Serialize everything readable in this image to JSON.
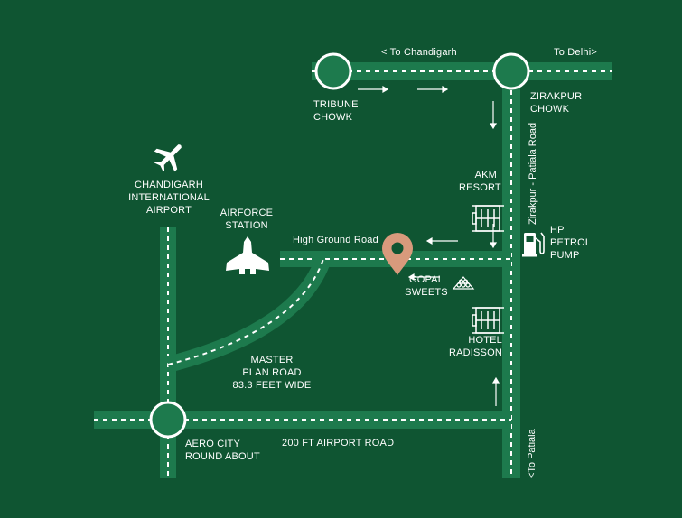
{
  "colors": {
    "background": "#0f5532",
    "road": "#1d7a4d",
    "road_dash": "#ffffff",
    "pin": "#d89a7c"
  },
  "icons": {
    "airport": "airplane-icon",
    "airforce": "fighter-jet-icon",
    "akm_resort": "building-icon",
    "hotel_radisson": "building-icon",
    "gopal_sweets": "sweets-icon",
    "hp_petrol_pump": "fuel-pump-icon",
    "destination": "location-pin-icon"
  },
  "directions": {
    "to_chandigarh": "< To Chandigarh",
    "to_delhi": "To Delhi>",
    "to_patiala": "<To Patiala"
  },
  "roads": {
    "zirakpur_patiala": "Zirakpur - Patiala Road",
    "high_ground": "High Ground Road",
    "master_plan_line1": "MASTER",
    "master_plan_line2": "PLAN ROAD",
    "master_plan_line3": "83.3 FEET WIDE",
    "airport_road": "200 FT AIRPORT ROAD"
  },
  "landmarks": {
    "tribune_line1": "TRIBUNE",
    "tribune_line2": "CHOWK",
    "zirakpur_line1": "ZIRAKPUR",
    "zirakpur_line2": "CHOWK",
    "airport_line1": "CHANDIGARH",
    "airport_line2": "INTERNATIONAL",
    "airport_line3": "AIRPORT",
    "airforce_line1": "AIRFORCE",
    "airforce_line2": "STATION",
    "akm_line1": "AKM",
    "akm_line2": "RESORT",
    "hp_line1": "HP",
    "hp_line2": "PETROL",
    "hp_line3": "PUMP",
    "gopal_line1": "GOPAL",
    "gopal_line2": "SWEETS",
    "radisson_line1": "HOTEL",
    "radisson_line2": "RADISSON",
    "aerocity_line1": "AERO CITY",
    "aerocity_line2": "ROUND ABOUT"
  }
}
